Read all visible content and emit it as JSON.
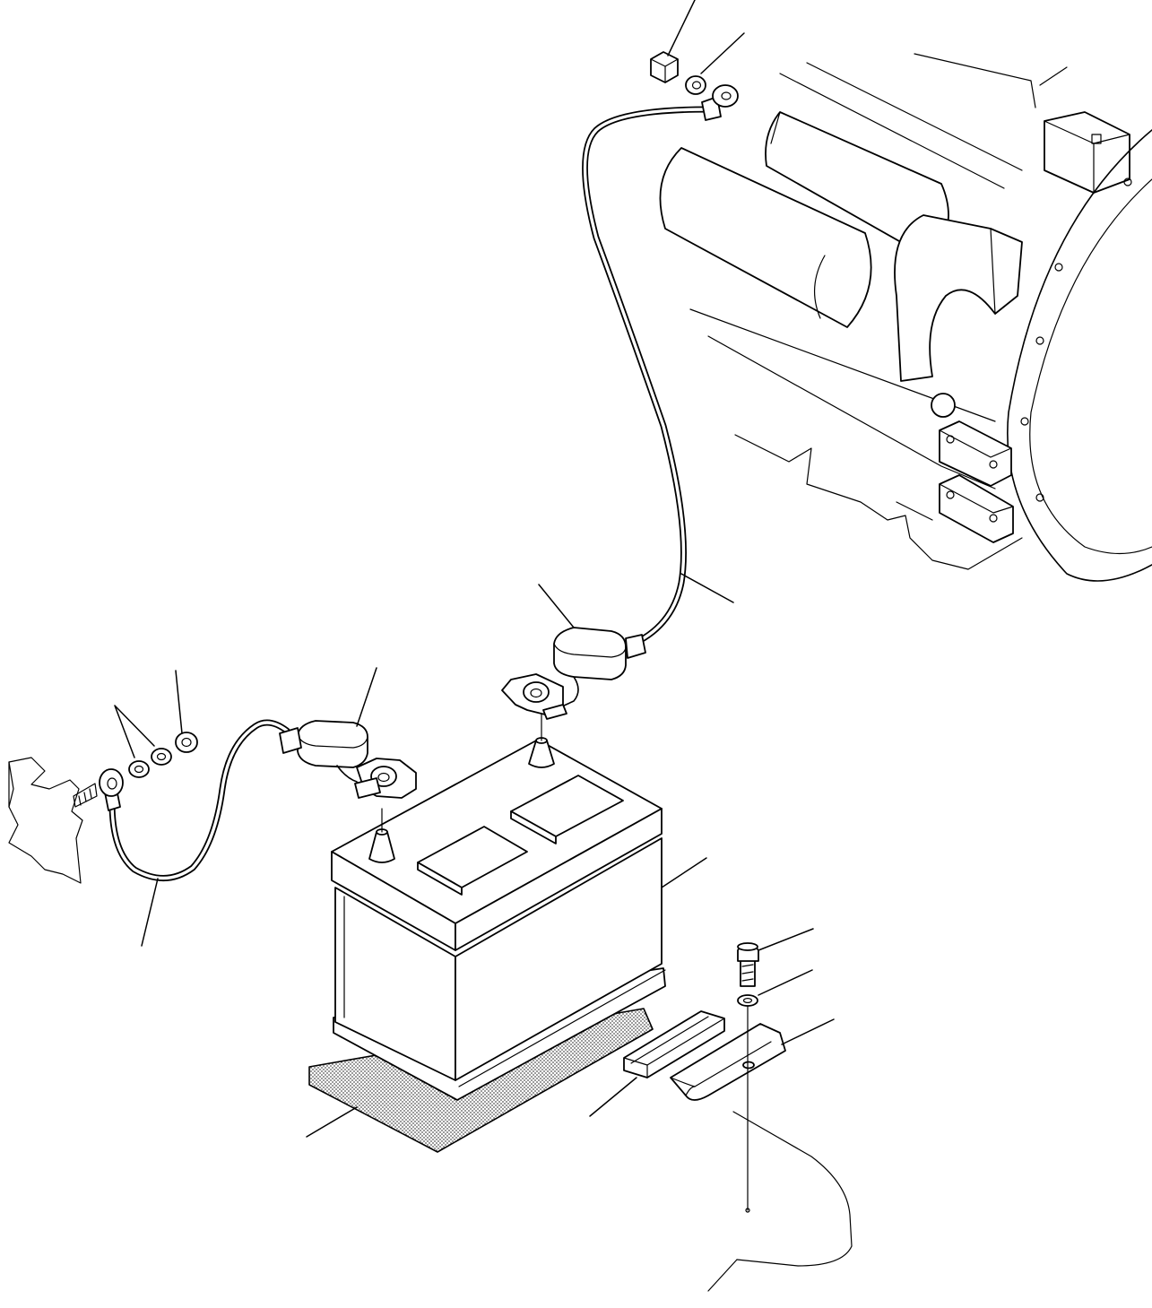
{
  "diagram": {
    "type": "exploded-parts-illustration",
    "colors": {
      "line": "#000000",
      "background": "#ffffff",
      "mat_dots": "#555555"
    },
    "parts": [
      "battery",
      "positive-cable",
      "negative-cable",
      "terminal-cover",
      "battery-clamp",
      "clamp-bolt",
      "clamp-washer",
      "clamp-pad",
      "battery-mat",
      "terminal-nut",
      "terminal-washer",
      "starter-motor",
      "flywheel-housing",
      "ground-bolt"
    ],
    "callouts": []
  }
}
